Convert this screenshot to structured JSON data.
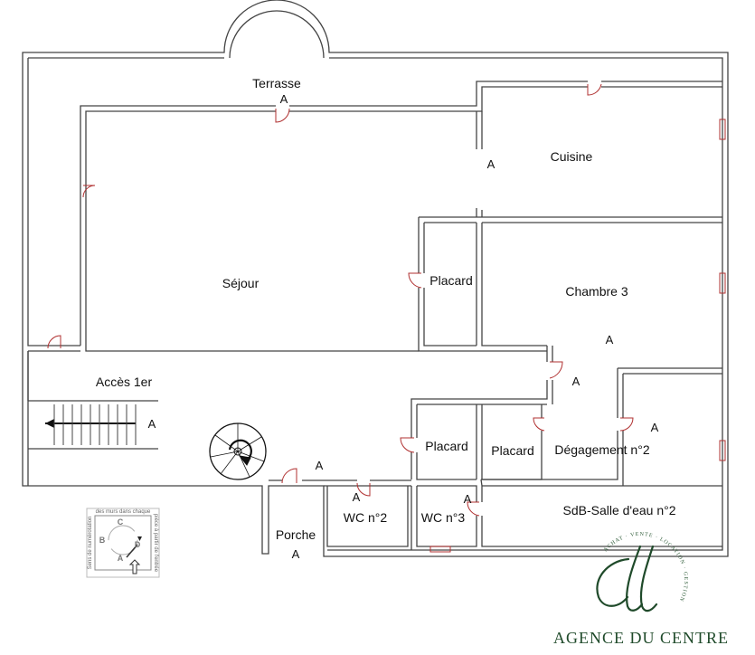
{
  "rooms": {
    "terrasse": "Terrasse",
    "cuisine": "Cuisine",
    "sejour": "Séjour",
    "placard_1": "Placard",
    "chambre_3": "Chambre 3",
    "acces_1er": "Accès 1er",
    "placard_2": "Placard",
    "placard_3": "Placard",
    "degagement_2": "Dégagement n°2",
    "wc_2": "WC n°2",
    "wc_3": "WC n°3",
    "sdb": "SdB-Salle d'eau n°2",
    "porche": "Porche"
  },
  "marker": "A",
  "legend": {
    "letters": [
      "A",
      "B",
      "C",
      "D"
    ],
    "caption_top": "des murs dans chaque",
    "caption_left": "Sens de numérotation",
    "caption_right": "pièce à partir de l'entrée"
  },
  "agency": {
    "name": "AGENCE DU CENTRE",
    "tagline": "ACHAT · VENTE · LOCATION · GESTION",
    "monogram": "Cl"
  },
  "colors": {
    "wall": "#444444",
    "door": "#b03030",
    "brand": "#1f4a2a"
  }
}
